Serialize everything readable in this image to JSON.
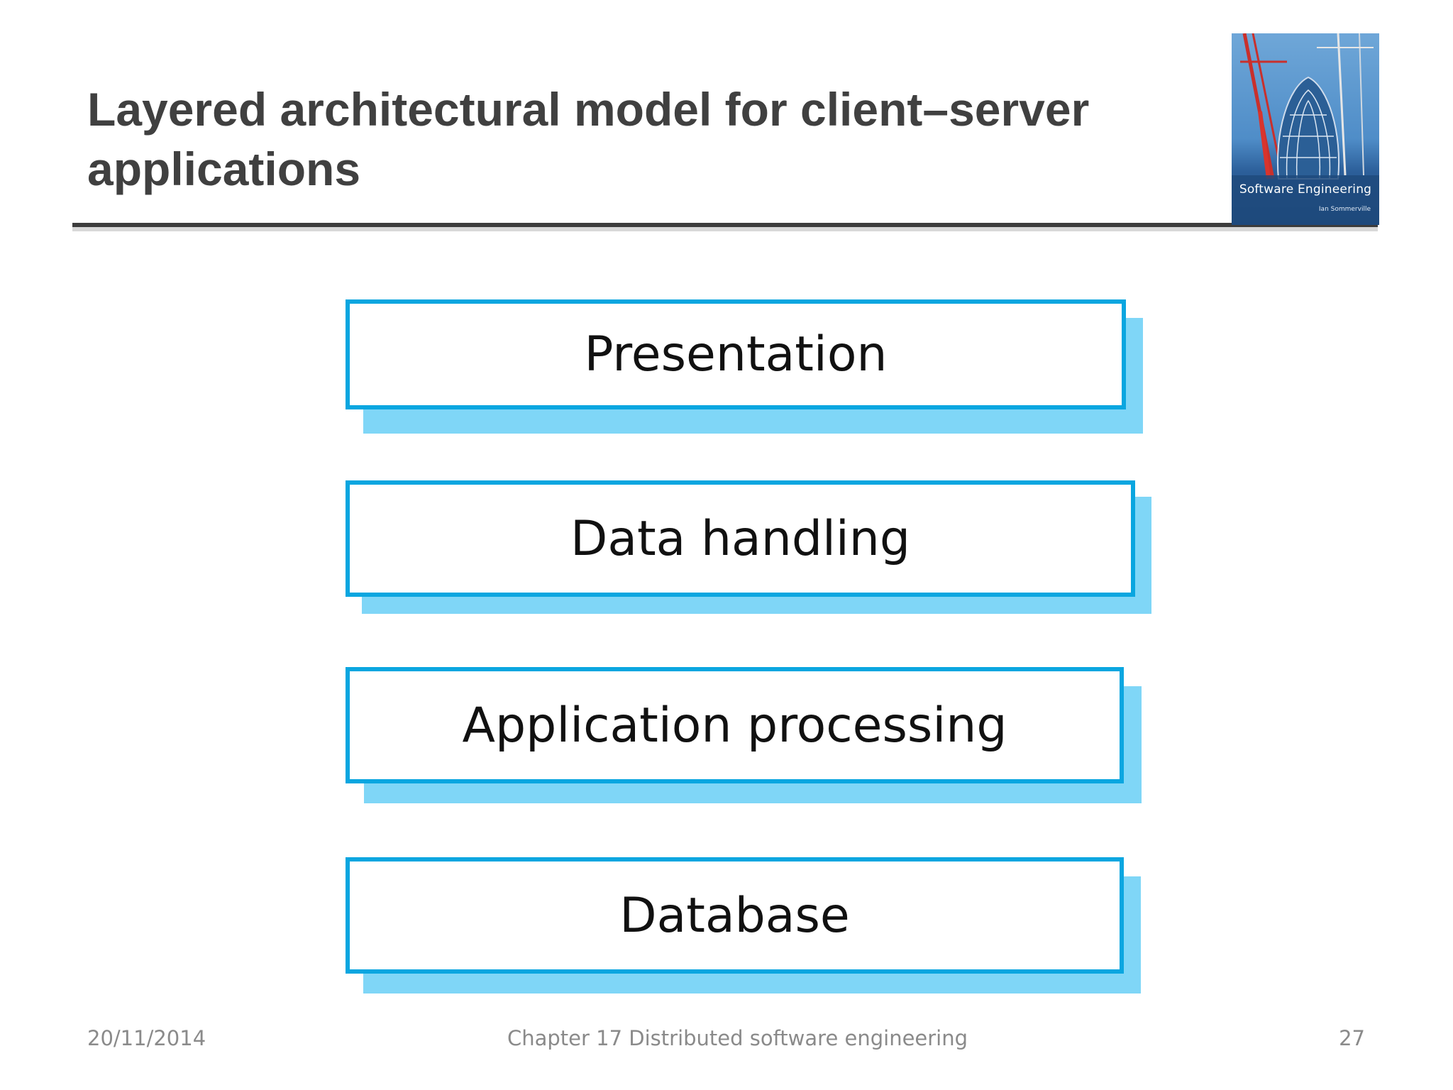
{
  "slide": {
    "title_line1": "Layered architectural model for client–server",
    "title_line2": "applications"
  },
  "cover": {
    "title": "Software Engineering",
    "author": "Ian Sommerville"
  },
  "layers": [
    {
      "label": "Presentation"
    },
    {
      "label": "Data handling"
    },
    {
      "label": "Application processing"
    },
    {
      "label": "Database"
    }
  ],
  "footer": {
    "date": "20/11/2014",
    "chapter": "Chapter 17 Distributed software engineering",
    "page": "27"
  },
  "colors": {
    "layer_border": "#0aa6e0",
    "layer_shadow": "#7fd6f7",
    "title_text": "#404040",
    "footer_text": "#8a8a8a"
  }
}
